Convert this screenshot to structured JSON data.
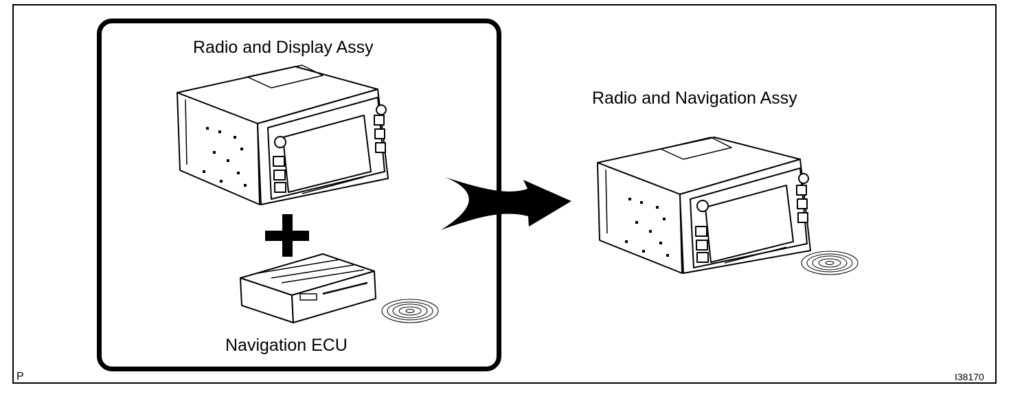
{
  "diagram": {
    "before": {
      "radio_display_label": "Radio and Display Assy",
      "navigation_ecu_label": "Navigation ECU"
    },
    "after": {
      "radio_navigation_label": "Radio and Navigation Assy"
    },
    "corner_left": "P",
    "figure_id": "I38170",
    "icons": [
      "radio-display-unit-icon",
      "plus-icon",
      "navigation-ecu-icon",
      "disc-icon",
      "arrow-right-icon",
      "radio-navigation-unit-icon"
    ]
  }
}
